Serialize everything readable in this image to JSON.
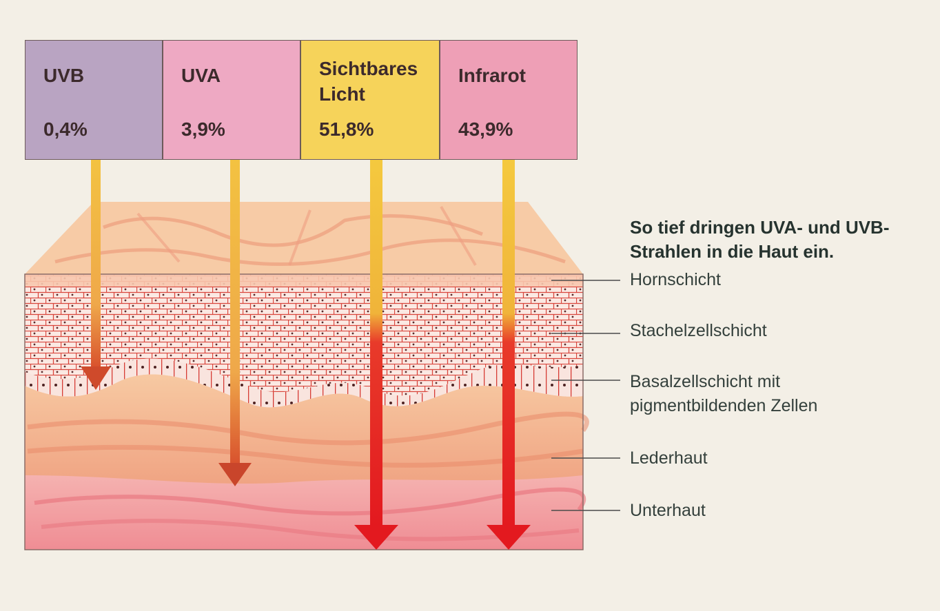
{
  "spectrum": [
    {
      "label": "UVB",
      "percent": "0,4%",
      "color": "#b9a4c2"
    },
    {
      "label": "UVA",
      "percent": "3,9%",
      "color": "#eea9c3"
    },
    {
      "label": "Sichtbares\nLicht",
      "percent": "51,8%",
      "color": "#f6d35a"
    },
    {
      "label": "Infrarot",
      "percent": "43,9%",
      "color": "#ee9fb6"
    }
  ],
  "title": "So tief dringen UVA- und UVB-Strahlen in die Haut ein.",
  "layers": [
    "Hornschicht",
    "Stachelzellschicht",
    "Basalzellschicht mit\npigmentbildenden Zellen",
    "Lederhaut",
    "Unterhaut"
  ],
  "colors": {
    "skin_surface": "#f6c7a0",
    "dermis": "#f2b08e",
    "subcutis": "#ef9aa0",
    "arrow_yellow": "#f4c23a",
    "arrow_red": "#e8262a"
  }
}
